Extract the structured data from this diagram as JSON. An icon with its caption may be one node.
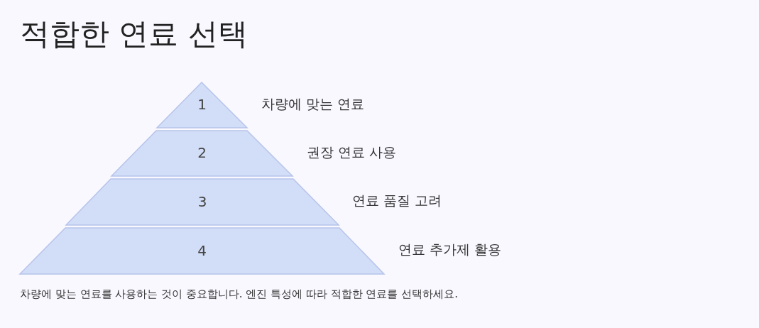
{
  "diagram": {
    "title": "적합한 연료 선택",
    "nodes": [
      {
        "text": [
          "1"
        ],
        "beside": [
          "차량에 맞는 연료"
        ]
      },
      {
        "text": [
          "2"
        ],
        "beside": [
          "권장 연료 사용"
        ]
      },
      {
        "text": [
          "3"
        ],
        "beside": [
          "연료 품질 고려"
        ]
      },
      {
        "text": [
          "4"
        ],
        "beside": [
          "연료 추가제 활용"
        ]
      }
    ],
    "caption": "차량에 맞는 연료를 사용하는 것이 중요합니다. 엔진 특성에 따라 적합한 연료를 선택하세요."
  }
}
